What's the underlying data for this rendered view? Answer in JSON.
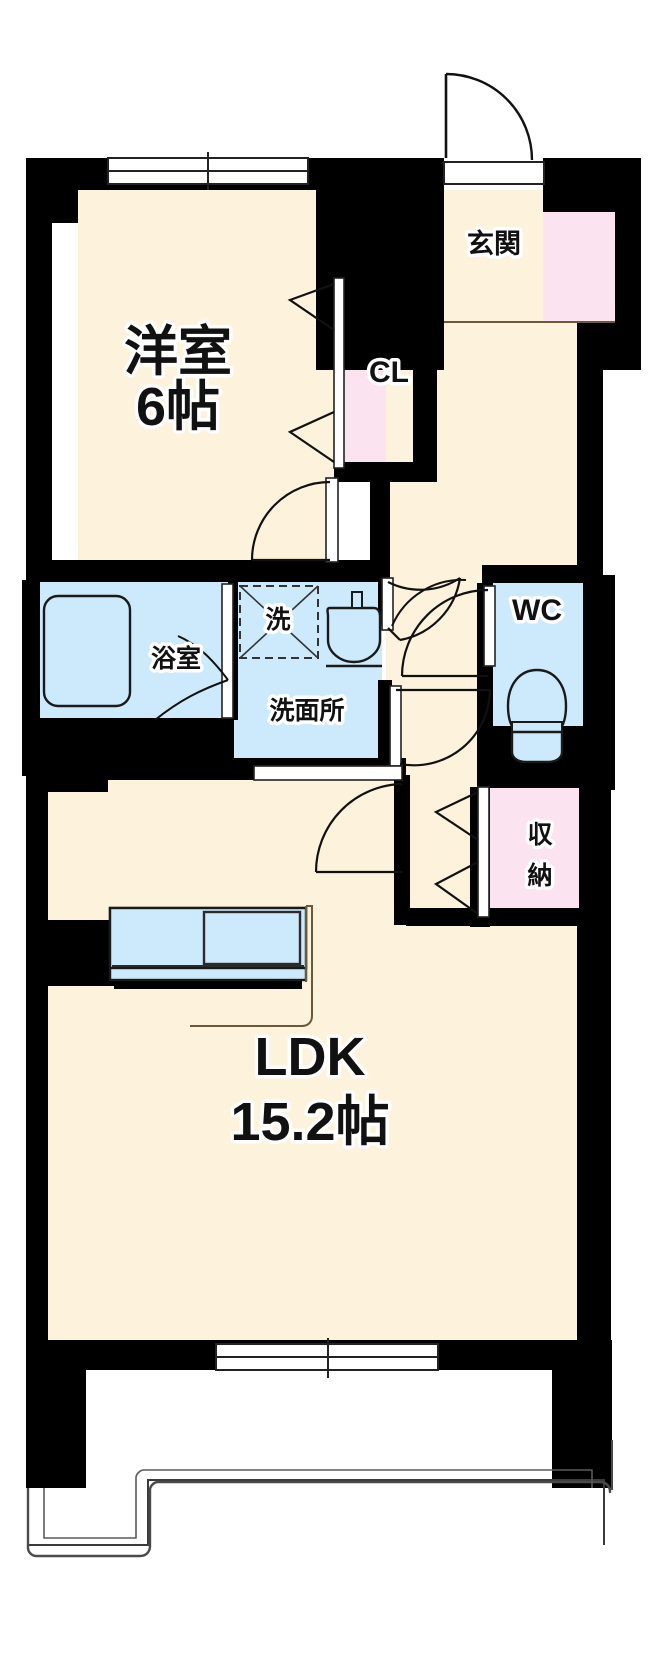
{
  "plan": {
    "title": "Apartment Floor Plan",
    "layout_type": "1LDK",
    "colors": {
      "wall": "#000000",
      "floor": "#FDF2DC",
      "water_area": "#CCEAFB",
      "closet": "#FBE3EF",
      "outline": "#2b2b2b",
      "background": "#FFFFFF"
    },
    "rooms": [
      {
        "name": "western-room",
        "label": "洋室",
        "size_label": "6帖",
        "fill": "floor"
      },
      {
        "name": "closet",
        "label": "CL",
        "fill": "closet"
      },
      {
        "name": "entrance",
        "label": "玄関",
        "fill": "floor"
      },
      {
        "name": "entrance-closet",
        "label": "",
        "fill": "closet"
      },
      {
        "name": "bathroom",
        "label": "浴室",
        "fill": "water_area"
      },
      {
        "name": "washing-machine-space",
        "label": "洗",
        "fill": "water_area"
      },
      {
        "name": "washroom",
        "label": "洗面所",
        "fill": "water_area"
      },
      {
        "name": "toilet",
        "label": "WC",
        "fill": "water_area"
      },
      {
        "name": "storage",
        "label": "収納",
        "fill": "closet"
      },
      {
        "name": "living-dining-kitchen",
        "label": "LDK",
        "size_label": "15.2帖",
        "fill": "floor"
      },
      {
        "name": "balcony",
        "label": "",
        "fill": "background"
      }
    ],
    "fixtures": [
      {
        "name": "bathtub",
        "room": "bathroom"
      },
      {
        "name": "sink-basin",
        "room": "washroom"
      },
      {
        "name": "toilet-bowl",
        "room": "toilet"
      },
      {
        "name": "kitchen-counter",
        "room": "living-dining-kitchen"
      },
      {
        "name": "kitchen-sink",
        "room": "living-dining-kitchen"
      }
    ],
    "openings": [
      {
        "name": "bedroom-window",
        "type": "sliding-window",
        "position": "top"
      },
      {
        "name": "entrance-door",
        "type": "swing-door",
        "position": "top-right"
      },
      {
        "name": "bedroom-door",
        "type": "swing-door",
        "position": "bedroom-south"
      },
      {
        "name": "closet-door",
        "type": "folding-door",
        "position": "closet-west"
      },
      {
        "name": "bathroom-door",
        "type": "folding-door",
        "position": "bathroom-east"
      },
      {
        "name": "washroom-door",
        "type": "swing-door",
        "position": "washroom-north"
      },
      {
        "name": "hallway-door",
        "type": "swing-door",
        "position": "hallway-south"
      },
      {
        "name": "storage-door",
        "type": "folding-door",
        "position": "storage-west"
      },
      {
        "name": "toilet-door",
        "type": "swing-door",
        "position": "toilet-west"
      },
      {
        "name": "ldk-window",
        "type": "sliding-window",
        "position": "bottom"
      }
    ]
  },
  "labels": {
    "western_room": "洋室",
    "western_room_size": "6帖",
    "closet": "CL",
    "entrance": "玄関",
    "bathroom": "浴室",
    "washer": "洗",
    "washroom": "洗面所",
    "toilet": "WC",
    "storage_line1": "収",
    "storage_line2": "納",
    "ldk": "LDK",
    "ldk_size": "15.2帖"
  }
}
